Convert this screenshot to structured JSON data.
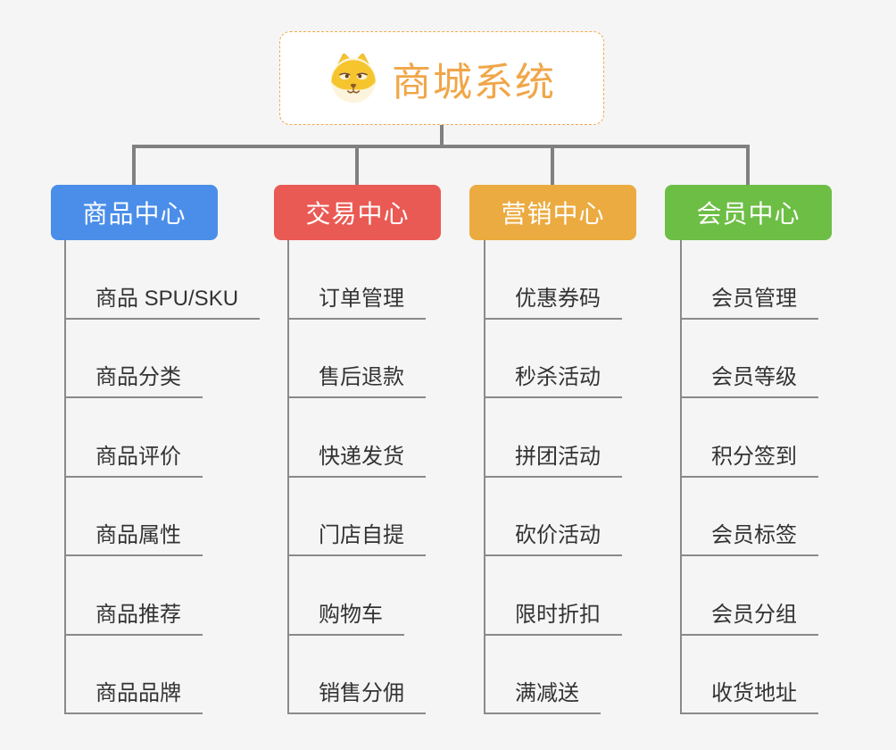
{
  "canvas": {
    "background_color": "#f5f5f5",
    "connector_color": "#808080",
    "line_color": "#8a8a8a"
  },
  "root": {
    "title": "商城系统",
    "icon": "dog-face-icon",
    "text_color": "#f0a648",
    "border_color": "#efab4e"
  },
  "branches": [
    {
      "label": "商品中心",
      "color": "#4a8ee9",
      "children": [
        "商品 SPU/SKU",
        "商品分类",
        "商品评价",
        "商品属性",
        "商品推荐",
        "商品品牌"
      ]
    },
    {
      "label": "交易中心",
      "color": "#ea5a54",
      "children": [
        "订单管理",
        "售后退款",
        "快递发货",
        "门店自提",
        "购物车",
        "销售分佣"
      ]
    },
    {
      "label": "营销中心",
      "color": "#ebab41",
      "children": [
        "优惠券码",
        "秒杀活动",
        "拼团活动",
        "砍价活动",
        "限时折扣",
        "满减送"
      ]
    },
    {
      "label": "会员中心",
      "color": "#6dbe45",
      "children": [
        "会员管理",
        "会员等级",
        "积分签到",
        "会员标签",
        "会员分组",
        "收货地址"
      ]
    }
  ]
}
